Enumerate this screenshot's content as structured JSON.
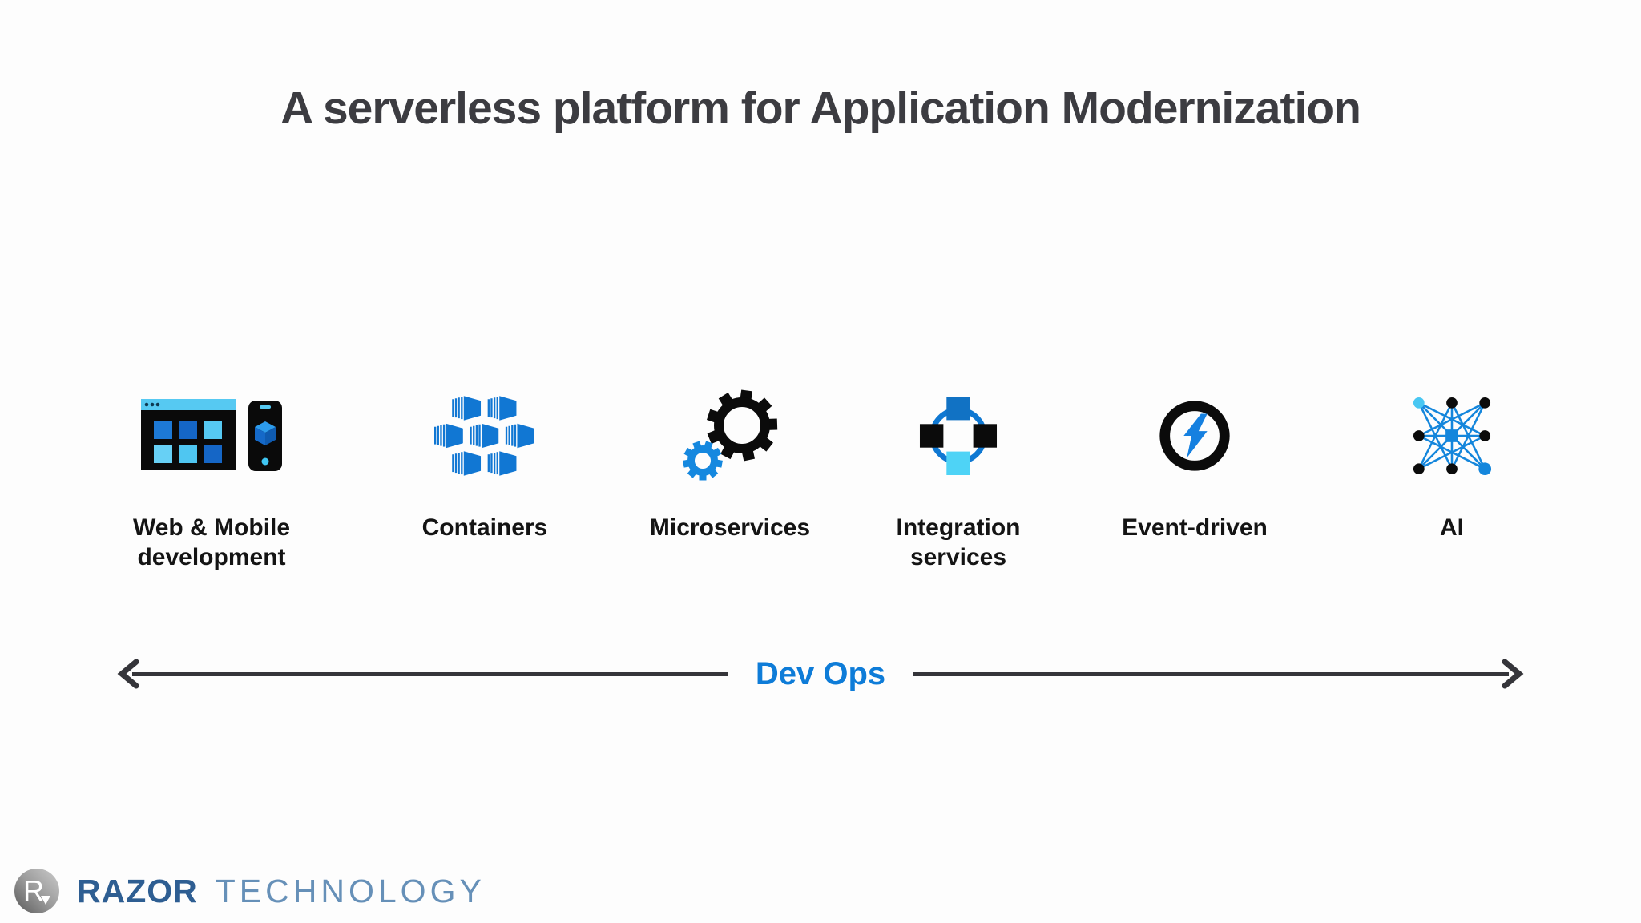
{
  "title": "A serverless platform for Application Modernization",
  "items": [
    {
      "label": "Web & Mobile development",
      "icon": "web-mobile-icon"
    },
    {
      "label": "Containers",
      "icon": "containers-icon"
    },
    {
      "label": "Microservices",
      "icon": "microservices-icon"
    },
    {
      "label": "Integration services",
      "icon": "integration-services-icon"
    },
    {
      "label": "Event-driven",
      "icon": "event-driven-icon"
    },
    {
      "label": "AI",
      "icon": "ai-icon"
    }
  ],
  "devops": {
    "label": "Dev Ops"
  },
  "footer": {
    "logo_letter": "R",
    "brand_primary": "RAZOR",
    "brand_secondary": "TECHNOLOGY"
  },
  "colors": {
    "title_gray": "#3c3c41",
    "accent_blue": "#1177d3",
    "cyan": "#55c9f2",
    "dark": "#0b0b0b",
    "arrow_gray": "#35353a",
    "devops_blue": "#0e7cd8",
    "brand_blue": "#2e5e92",
    "brand_light_blue": "#6690b8"
  }
}
